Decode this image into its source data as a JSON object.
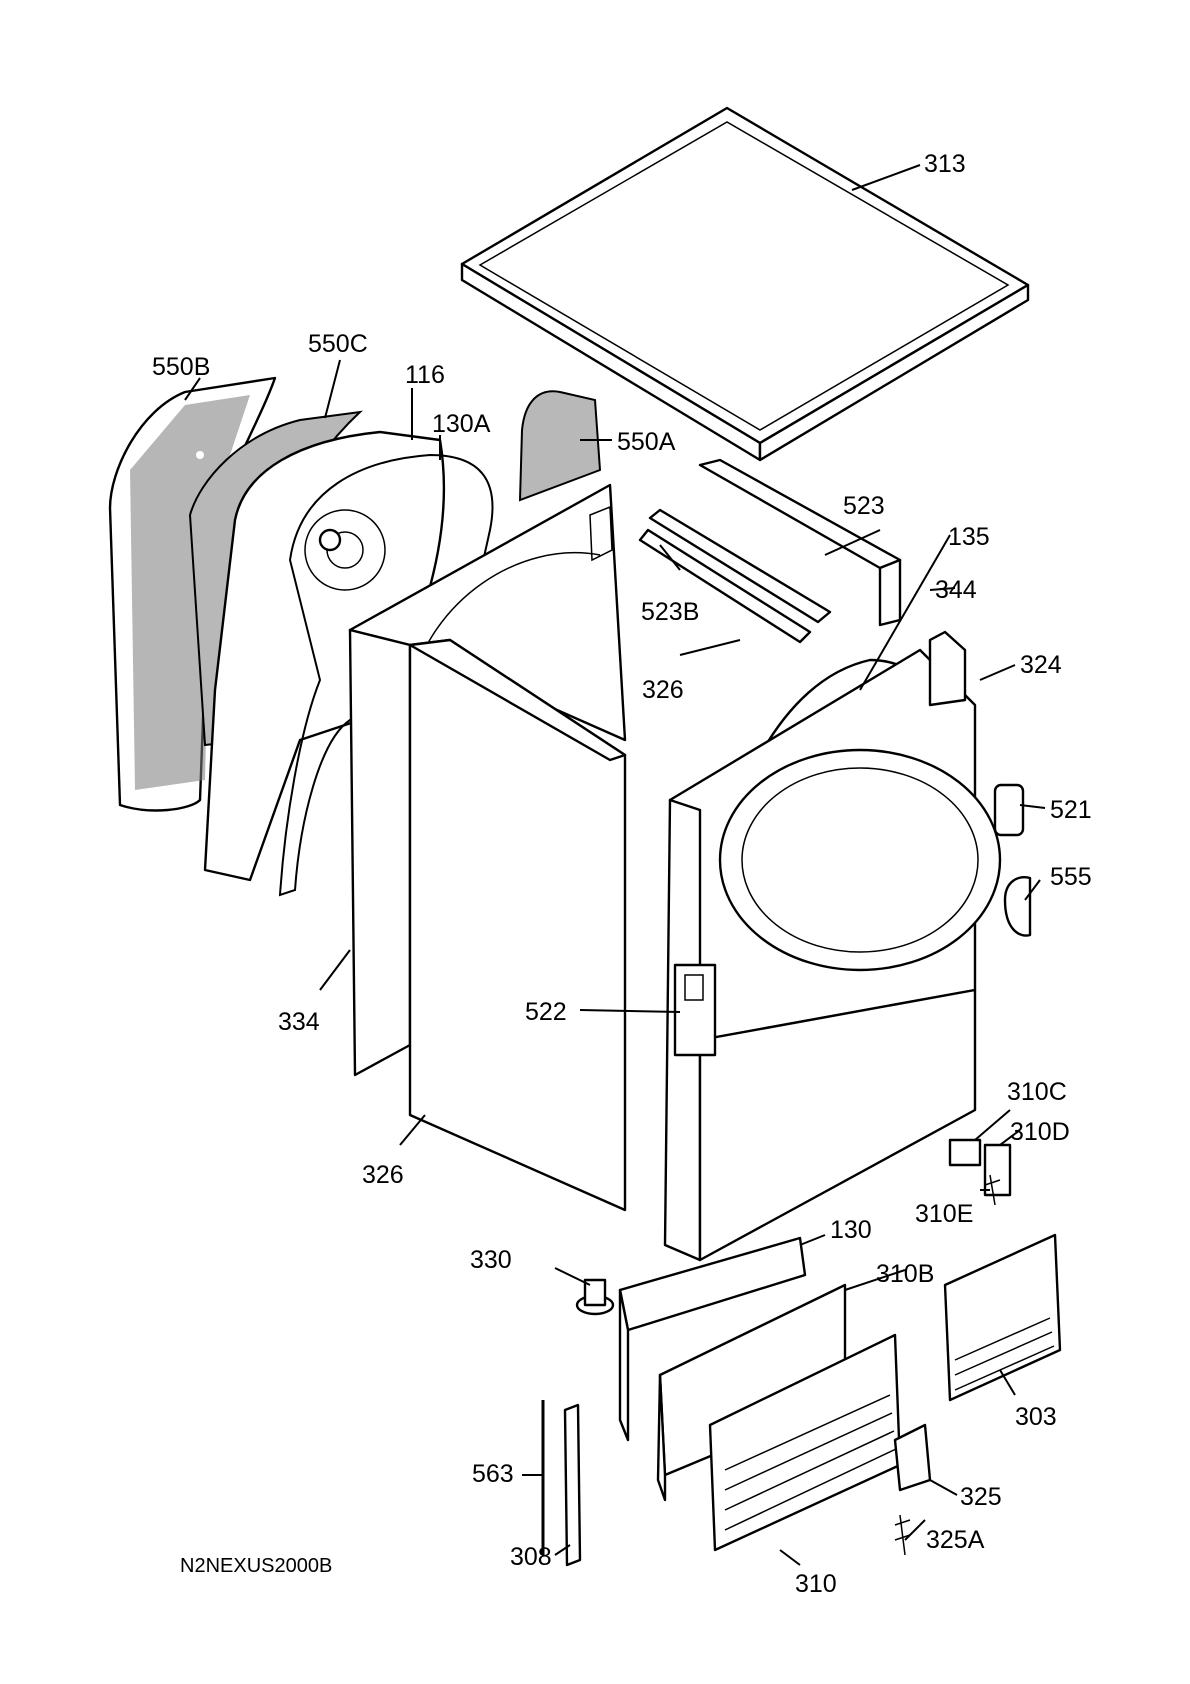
{
  "diagram": {
    "drawing_code": "N2NEXUS2000B",
    "part_labels": [
      {
        "id": "313",
        "text": "313"
      },
      {
        "id": "550C",
        "text": "550C"
      },
      {
        "id": "550B",
        "text": "550B"
      },
      {
        "id": "116",
        "text": "116"
      },
      {
        "id": "130A",
        "text": "130A"
      },
      {
        "id": "550A",
        "text": "550A"
      },
      {
        "id": "523",
        "text": "523"
      },
      {
        "id": "135",
        "text": "135"
      },
      {
        "id": "344",
        "text": "344"
      },
      {
        "id": "523B",
        "text": "523B"
      },
      {
        "id": "324",
        "text": "324"
      },
      {
        "id": "326a",
        "text": "326"
      },
      {
        "id": "521",
        "text": "521"
      },
      {
        "id": "555",
        "text": "555"
      },
      {
        "id": "334",
        "text": "334"
      },
      {
        "id": "522",
        "text": "522"
      },
      {
        "id": "326b",
        "text": "326"
      },
      {
        "id": "310C",
        "text": "310C"
      },
      {
        "id": "310D",
        "text": "310D"
      },
      {
        "id": "310E",
        "text": "310E"
      },
      {
        "id": "130",
        "text": "130"
      },
      {
        "id": "330",
        "text": "330"
      },
      {
        "id": "310B",
        "text": "310B"
      },
      {
        "id": "303",
        "text": "303"
      },
      {
        "id": "563",
        "text": "563"
      },
      {
        "id": "325",
        "text": "325"
      },
      {
        "id": "308",
        "text": "308"
      },
      {
        "id": "325A",
        "text": "325A"
      },
      {
        "id": "310",
        "text": "310"
      }
    ]
  }
}
